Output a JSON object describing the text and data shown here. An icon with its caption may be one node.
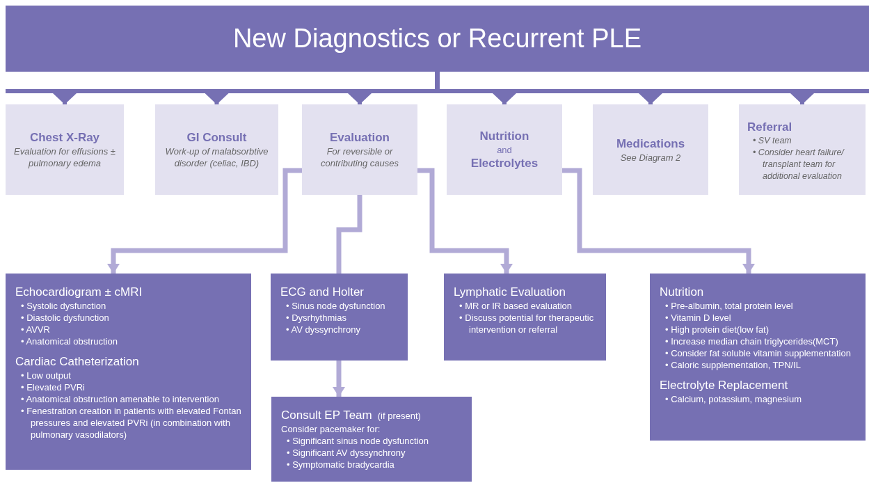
{
  "diagram": {
    "nodes": [
      {
        "text": [
          "New Diagnostics or Recurrent PLE"
        ]
      },
      {
        "text": [
          "Chest X-Ray",
          "Evaluation for effusions ± pulmonary edema"
        ]
      },
      {
        "text": [
          "GI Consult",
          "Work-up of malabsorbtive disorder (celiac, IBD)"
        ]
      },
      {
        "text": [
          "Evaluation",
          "For reversible or contributing causes"
        ]
      },
      {
        "text": [
          "Nutrition",
          "and",
          "Electrolytes"
        ]
      },
      {
        "text": [
          "Medications",
          "See Diagram 2"
        ]
      },
      {
        "text": [
          "Referral",
          "• SV team",
          "• Consider heart failure/ transplant team for additional evaluation"
        ]
      },
      {
        "text": [
          "Echocardiogram ± cMRI",
          "• Systolic dysfunction",
          "• Diastolic dysfunction",
          "• AVVR",
          "• Anatomical obstruction",
          "Cardiac Catheterization",
          "• Low output",
          "• Elevated PVRi",
          "• Anatomical obstruction amenable to intervention",
          "• Fenestration creation in patients with elevated Fontan pressures and elevated PVRi (in combination with pulmonary vasodilators)"
        ]
      },
      {
        "text": [
          "ECG and Holter",
          "• Sinus node dysfunction",
          "• Dysrhythmias",
          "• AV dyssynchrony"
        ]
      },
      {
        "text": [
          "Consult EP Team",
          "(if present)",
          "Consider pacemaker for:",
          "• Significant sinus node dysfunction",
          "• Significant AV dyssynchrony",
          "• Symptomatic bradycardia"
        ]
      },
      {
        "text": [
          "Lymphatic Evaluation",
          "• MR or IR based evaluation",
          "• Discuss potential for therapeutic intervention or referral"
        ]
      },
      {
        "text": [
          "Nutrition",
          "• Pre-albumin, total protein level",
          "• Vitamin D level",
          "• High protein diet(low fat)",
          "• Increase median chain triglycerides(MCT)",
          "• Consider fat soluble vitamin supplementation",
          "• Caloric supplementation, TPN/IL",
          "Electrolyte Replacement",
          "• Calcium, potassium, magnesium"
        ]
      }
    ],
    "edges": [
      {
        "from": 0,
        "to": 1,
        "arrow": "to"
      },
      {
        "from": 0,
        "to": 2,
        "arrow": "to"
      },
      {
        "from": 0,
        "to": 3,
        "arrow": "to"
      },
      {
        "from": 0,
        "to": 4,
        "arrow": "to"
      },
      {
        "from": 0,
        "to": 5,
        "arrow": "to"
      },
      {
        "from": 0,
        "to": 6,
        "arrow": "to"
      },
      {
        "from": 3,
        "to": 7,
        "arrow": "to",
        "color": "#b1aad6"
      },
      {
        "from": 3,
        "to": 8,
        "arrow": "none",
        "color": "#b1aad6"
      },
      {
        "from": 3,
        "to": 10,
        "arrow": "to",
        "color": "#b1aad6"
      },
      {
        "from": 8,
        "to": 9,
        "arrow": "to",
        "color": "#b1aad6"
      },
      {
        "from": 4,
        "to": 11,
        "arrow": "to",
        "color": "#b1aad6"
      }
    ]
  }
}
